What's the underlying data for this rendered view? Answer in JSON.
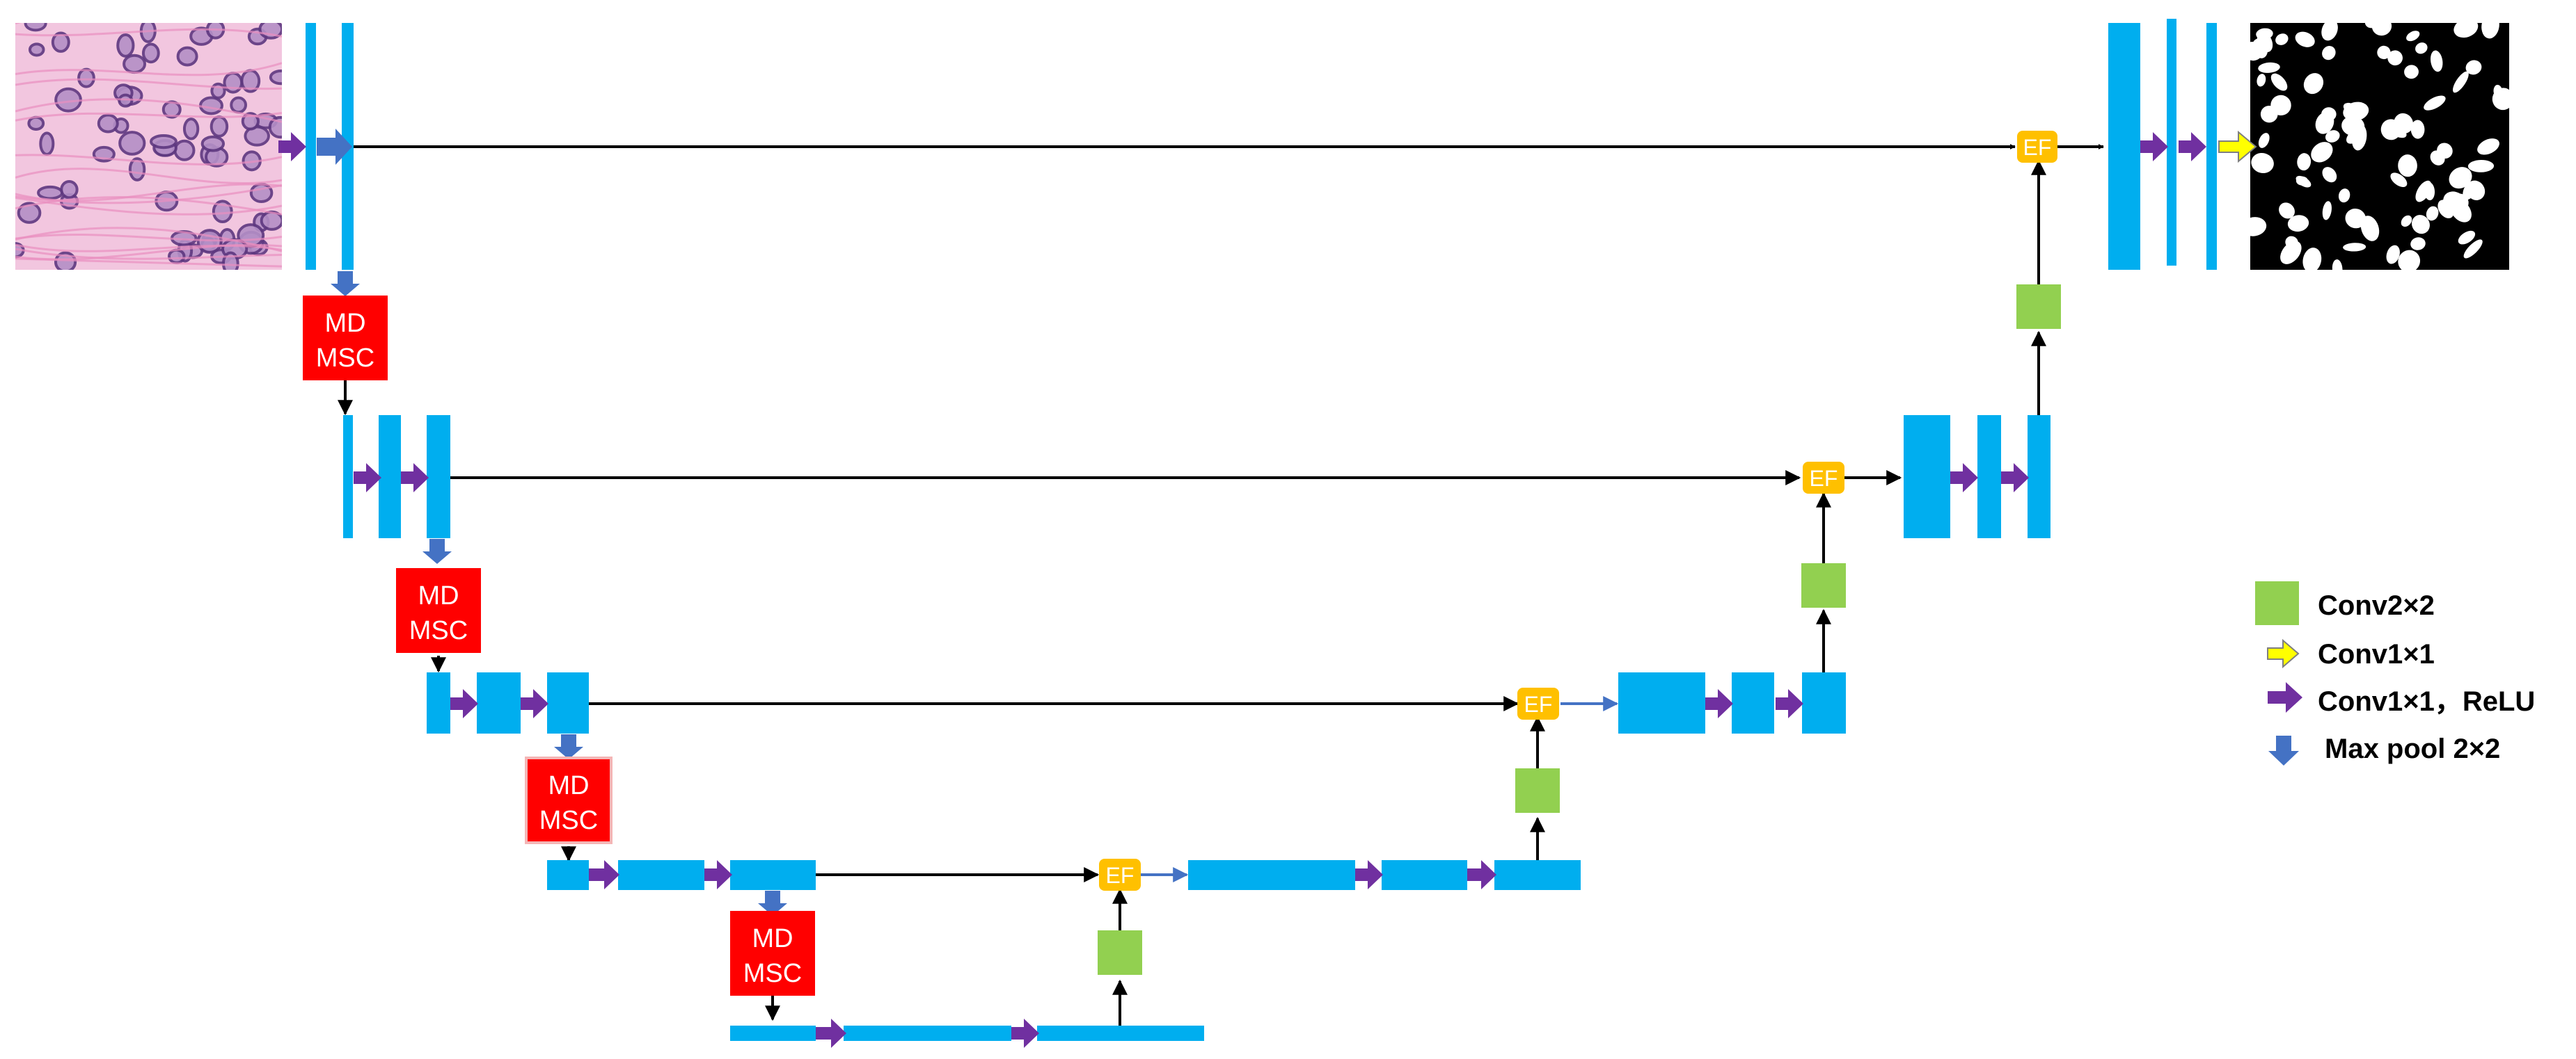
{
  "blocks": {
    "md_msc_line1": "MD",
    "md_msc_line2": "MSC",
    "ef_label": "EF"
  },
  "legend": {
    "conv2x2": "Conv2×2",
    "conv1x1": "Conv1×1",
    "conv1x1_relu": "Conv1×1，ReLU",
    "maxpool": "Max pool 2×2"
  },
  "colors": {
    "feature_map": "#00aeef",
    "md_msc": "#ff0000",
    "ef": "#ffc000",
    "conv2x2": "#92d050",
    "conv1x1_relu_arrow": "#7030a0",
    "conv1x1_arrow": "#ffff00",
    "maxpool_arrow": "#4472c4",
    "skip_line": "#000000",
    "histology_background": "#f2c6df",
    "histology_nuclei": "#6b3f89",
    "mask_background": "#000000",
    "mask_nuclei": "#ffffff"
  },
  "images": {
    "input": "histology-tile-icon",
    "output": "segmentation-mask-icon"
  }
}
